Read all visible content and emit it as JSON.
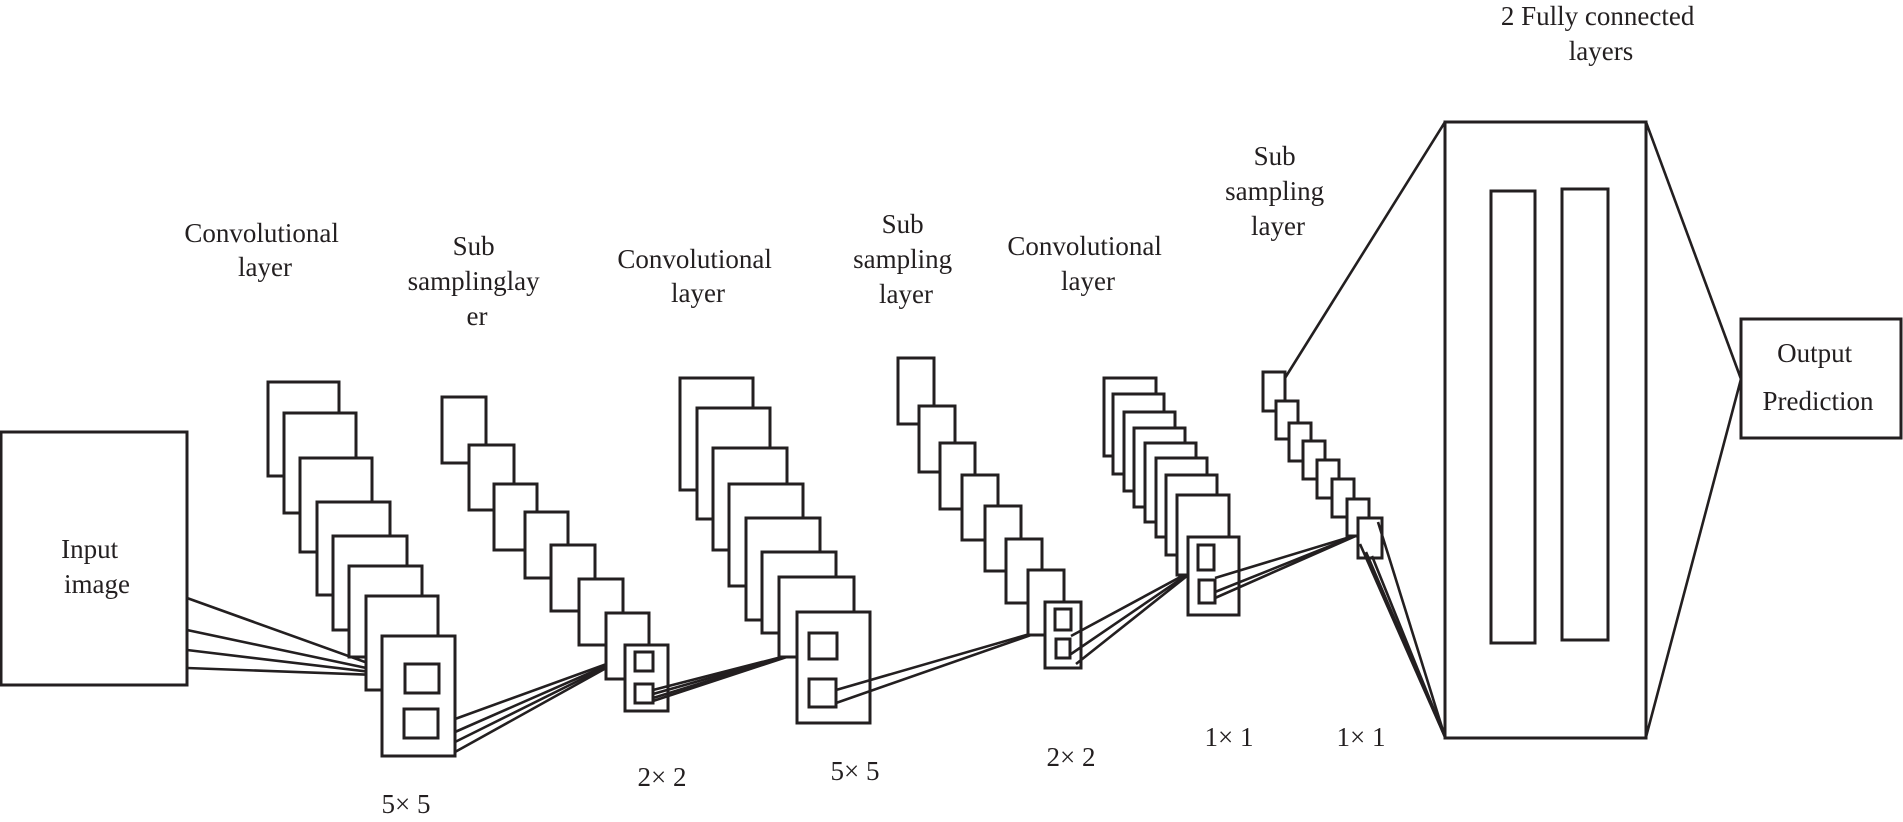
{
  "labels": {
    "input": [
      "Input",
      "image"
    ],
    "conv1": [
      "Convolutional",
      "layer"
    ],
    "sub1": [
      "Sub",
      "samplinglay",
      "er"
    ],
    "conv2": [
      "Convolutional",
      "layer"
    ],
    "sub2": [
      "Sub",
      "sampling",
      "layer"
    ],
    "conv3": [
      "Convolutional",
      "layer"
    ],
    "sub3": [
      "Sub",
      "sampling",
      "layer"
    ],
    "fc": [
      "2 Fully connected",
      "layers"
    ],
    "output": [
      "Output",
      "Prediction"
    ]
  },
  "kernel_sizes": {
    "conv1": "5× 5",
    "sub1": "2× 2",
    "conv2": "5× 5",
    "sub2": "2× 2",
    "conv3": "1× 1",
    "sub3": "1× 1"
  },
  "colors": {
    "stroke": "#231f20",
    "text": "#231f20",
    "background": "#ffffff"
  }
}
